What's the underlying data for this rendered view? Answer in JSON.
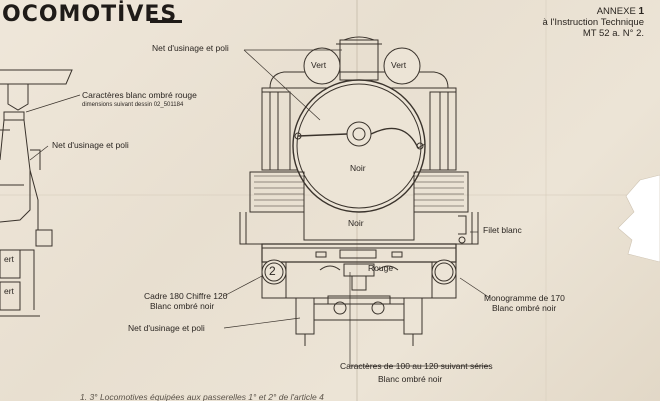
{
  "title": "OCOMOTİVES",
  "annexe": {
    "line1": "ANNEXE",
    "number": "1",
    "line2": "à l'Instruction Technique",
    "line3": "MT 52 a. N° 2."
  },
  "labels": {
    "net_usinage_top": "Net d'usinage et poli",
    "caracteres_rouge": "Caractères blanc ombré rouge",
    "dimensions": "dimensions suivant dessin 02_501184",
    "net_usinage_left": "Net d'usinage et poli",
    "vert_left": "Vert",
    "vert_right": "Vert",
    "noir_upper": "Noir",
    "noir_lower": "Noir",
    "filet_blanc": "Filet blanc",
    "rouge": "Rouge",
    "number_plate": "2",
    "cadre": "Cadre 180  Chiffre  120",
    "blanc_ombre_noir_1": "Blanc ombré noir",
    "net_usinage_bottom": "Net d'usinage et poli",
    "monogramme": "Monogramme de 170",
    "blanc_ombre_noir_2": "Blanc ombré noir",
    "caracteres_series": "Caractères de 100 au 120 suivant séries",
    "blanc_ombre_noir_3": "Blanc ombré noir",
    "left_frag_1": "ert",
    "left_frag_2": "ert",
    "footnote": "1.  3°  Locomotives  équipées  aux  passerelles  1°  et  2°  de  l'article  4"
  },
  "colors": {
    "ink": "#2a2520",
    "paper": "#ece4d6"
  }
}
